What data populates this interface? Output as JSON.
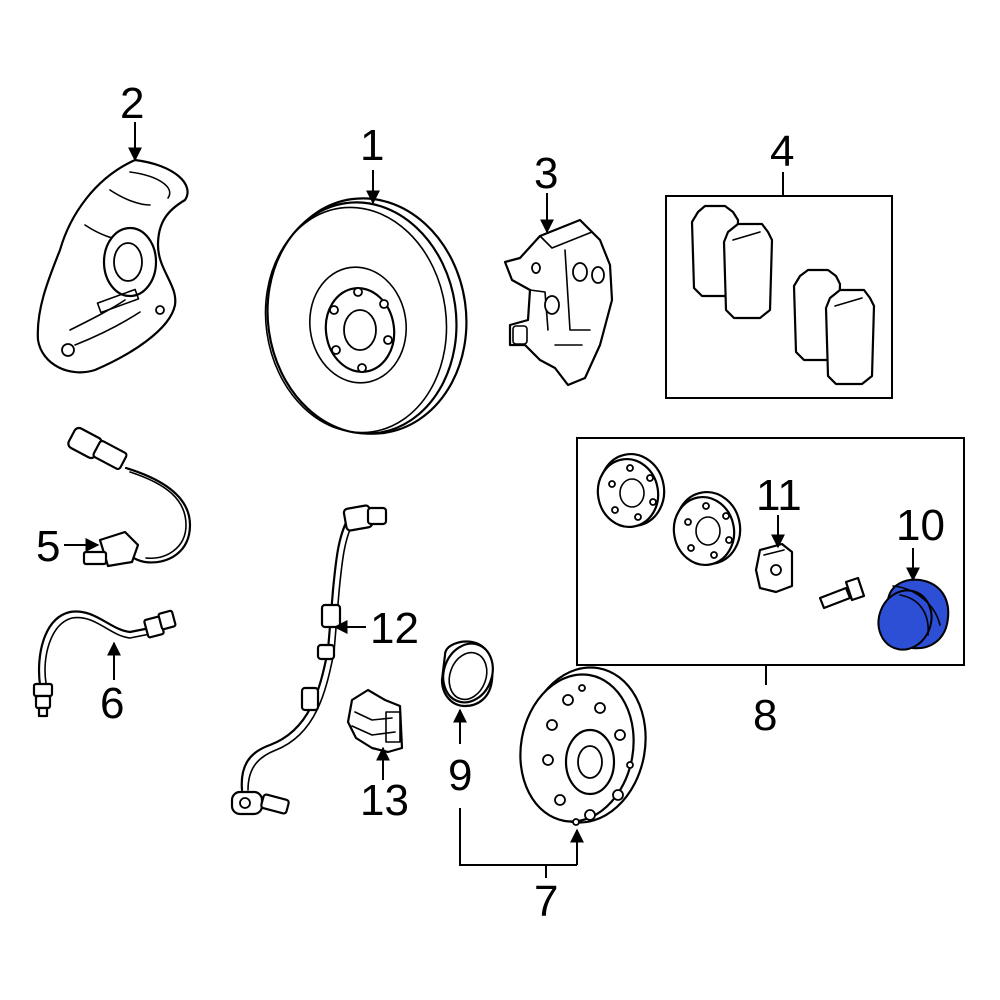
{
  "callouts": {
    "c1": "1",
    "c2": "2",
    "c3": "3",
    "c4": "4",
    "c5": "5",
    "c6": "6",
    "c7": "7",
    "c8": "8",
    "c9": "9",
    "c10": "10",
    "c11": "11",
    "c12": "12",
    "c13": "13"
  },
  "highlight": {
    "part": "10",
    "color": "#2d4fd6"
  }
}
